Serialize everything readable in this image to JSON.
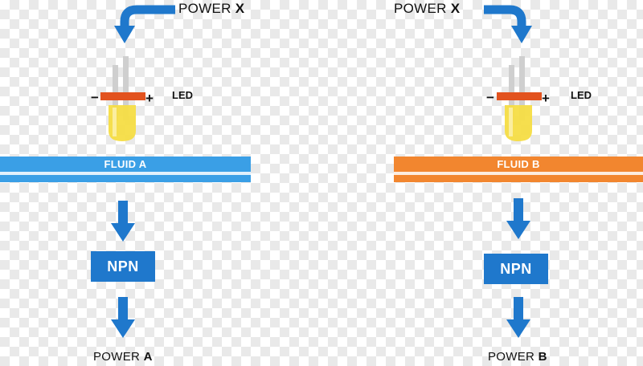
{
  "colors": {
    "accent_blue": "#1f78cc",
    "fluid_a": "#3a9fe6",
    "fluid_b": "#f2862f",
    "led_band": "#e2521e",
    "led_bulb": "#f5dd45"
  },
  "left": {
    "power_in": {
      "prefix": "POWER",
      "suffix": "X"
    },
    "led": {
      "minus": "−",
      "plus": "+",
      "label": "LED"
    },
    "fluid_label": "FLUID A",
    "npn_label": "NPN",
    "power_out": {
      "prefix": "POWER",
      "suffix": "A"
    }
  },
  "right": {
    "power_in": {
      "prefix": "POWER",
      "suffix": "X"
    },
    "led": {
      "minus": "−",
      "plus": "+",
      "label": "LED"
    },
    "fluid_label": "FLUID B",
    "npn_label": "NPN",
    "power_out": {
      "prefix": "POWER",
      "suffix": "B"
    }
  }
}
